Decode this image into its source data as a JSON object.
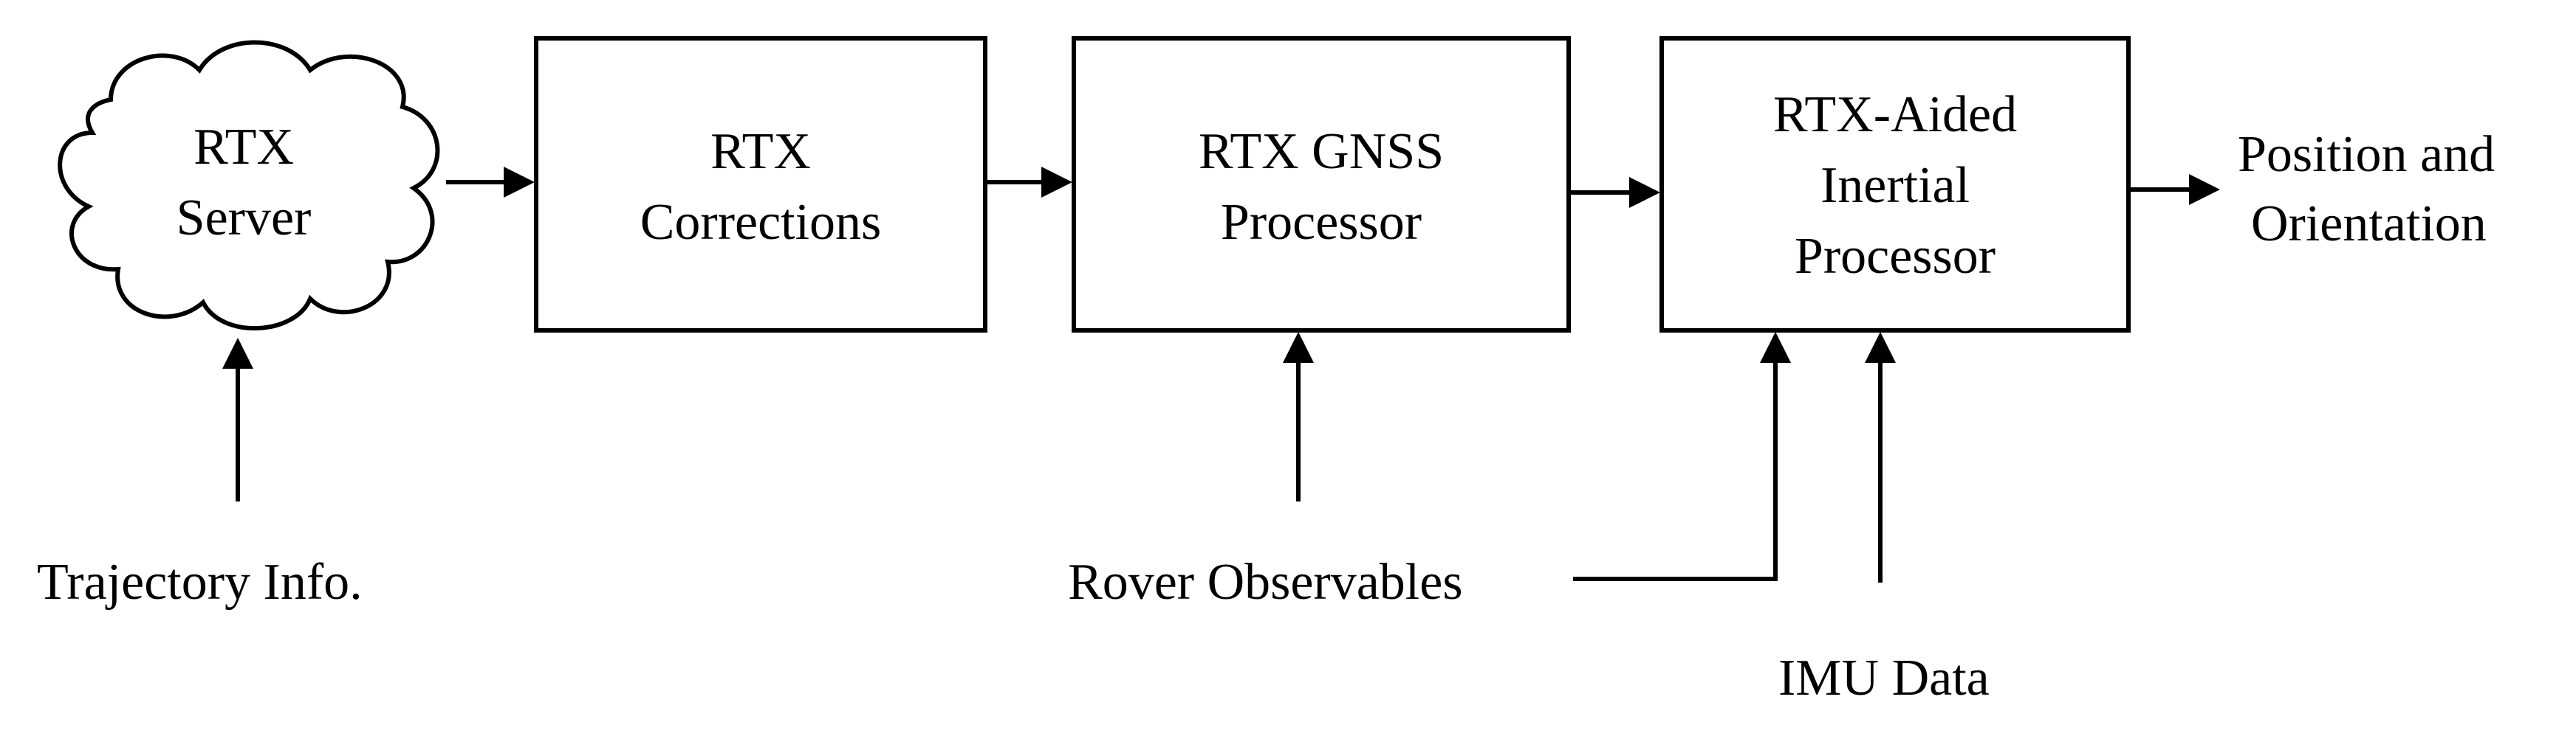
{
  "diagram": {
    "nodes": {
      "rtx_server": {
        "line1": "RTX",
        "line2": "Server"
      },
      "rtx_corrections": {
        "line1": "RTX",
        "line2": "Corrections"
      },
      "gnss_processor": {
        "line1": "RTX GNSS",
        "line2": "Processor"
      },
      "inertial_processor": {
        "line1": "RTX-Aided",
        "line2": "Inertial",
        "line3": "Processor"
      }
    },
    "inputs": {
      "trajectory": "Trajectory Info.",
      "rover_observables": "Rover Observables",
      "imu_data": "IMU Data"
    },
    "output": {
      "line1": "Position and",
      "line2": "Orientation"
    }
  }
}
